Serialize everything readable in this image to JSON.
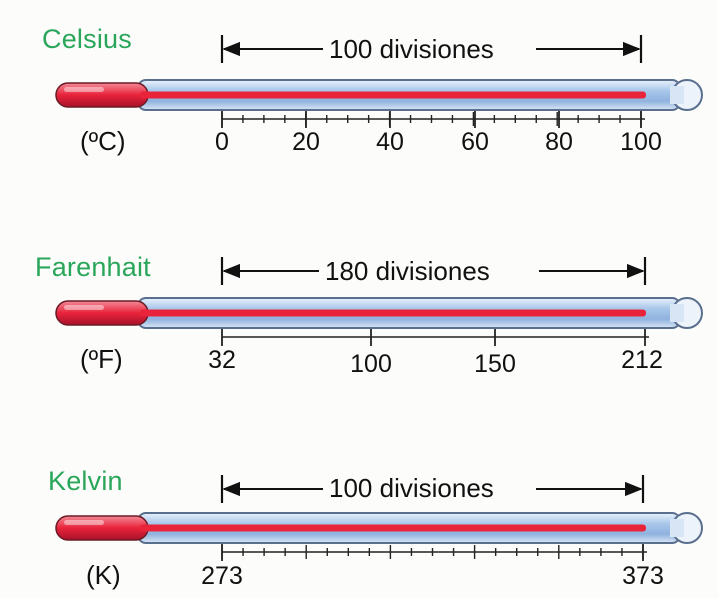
{
  "colors": {
    "label_green": "#2aa65a",
    "mercury_red": "#e8233a",
    "tube_blue": "#a9c7ea",
    "tube_outline": "#5a6f8e"
  },
  "scales": [
    {
      "id": "celsius",
      "name": "Celsius",
      "unit": "(ºC)",
      "span_label": "100 divisiones",
      "tick_labels": [
        "0",
        "20",
        "40",
        "60",
        "80",
        "100"
      ]
    },
    {
      "id": "farenhait",
      "name": "Farenhait",
      "unit": "(ºF)",
      "span_label": "180 divisiones",
      "tick_labels": [
        "32",
        "100",
        "150",
        "212"
      ]
    },
    {
      "id": "kelvin",
      "name": "Kelvin",
      "unit": "(K)",
      "span_label": "100 divisiones",
      "tick_labels": [
        "273",
        "373"
      ]
    }
  ]
}
